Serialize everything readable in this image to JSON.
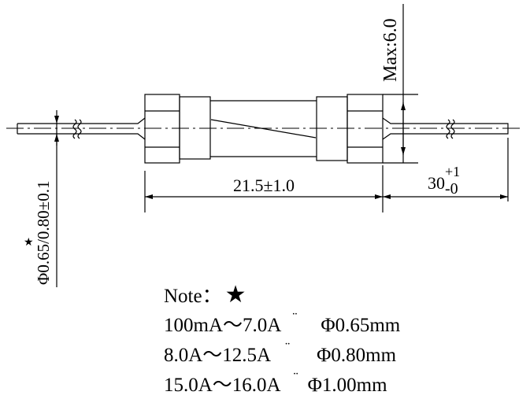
{
  "drawing": {
    "max_diameter_label": "Max:6.0",
    "body_length_label": "21.5±1.0",
    "lead_length_main": "30",
    "lead_length_plus": "+1",
    "lead_length_minus": "-0",
    "lead_diameter_label": "Φ0.65/0.80±0.1",
    "star": "★"
  },
  "notes": {
    "title": "Note：",
    "star": "★",
    "rows": [
      {
        "range": "100mA～7.0A",
        "sep": "¨",
        "diameter": "Φ0.65mm"
      },
      {
        "range": "8.0A～12.5A",
        "sep": "¨",
        "diameter": "Φ0.80mm"
      },
      {
        "range": "15.0A～16.0A",
        "sep": "¨",
        "diameter": "Φ1.00mm"
      }
    ]
  }
}
